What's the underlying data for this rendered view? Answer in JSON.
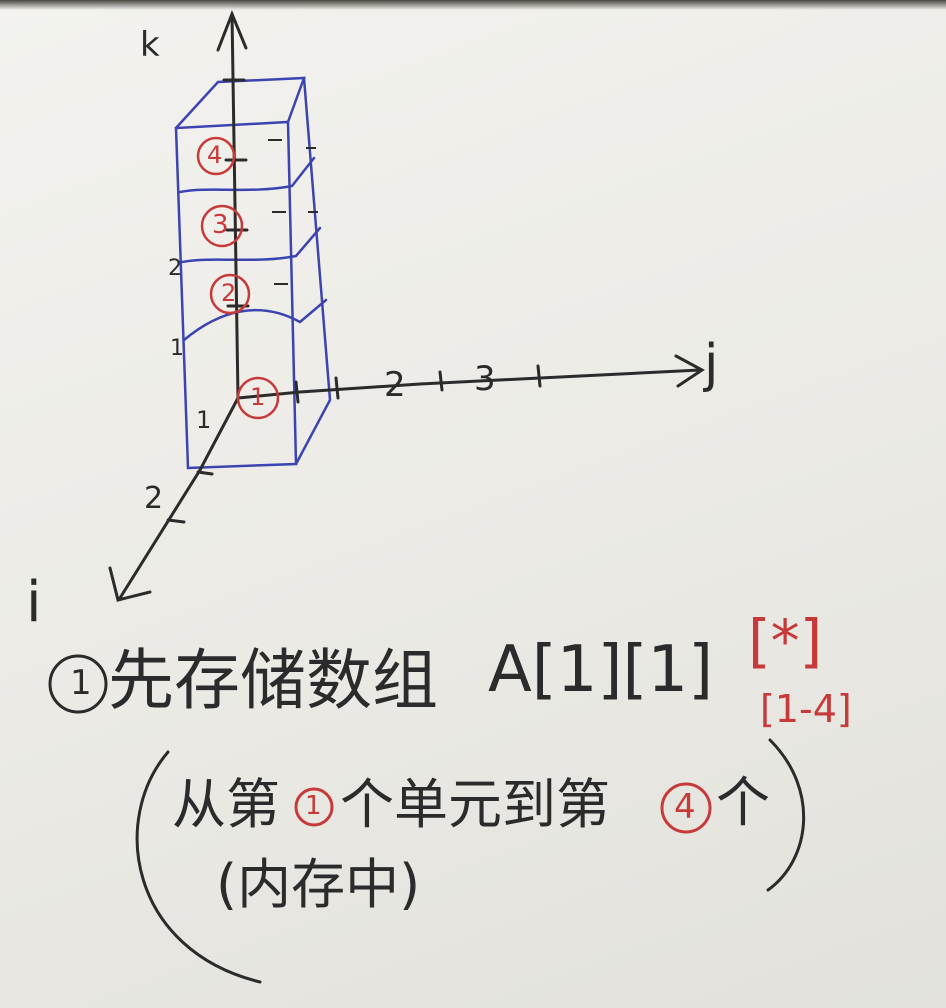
{
  "axes": {
    "k_label": "k",
    "j_label": "j",
    "i_label": "i",
    "k_ticks": [
      "1",
      "2"
    ],
    "j_ticks": [
      "2",
      "3"
    ],
    "i_ticks": [
      "1",
      "2"
    ]
  },
  "cells": [
    "1",
    "2",
    "3",
    "4"
  ],
  "note": {
    "marker": "1",
    "line1_text": "先存储数组",
    "array_expr": "A[1][1]",
    "star_index": "[*]",
    "range": "[1-4]",
    "paren_open": "(",
    "line2_part1": "从第",
    "line2_circle1": "1",
    "line2_part2": "个单元到第",
    "line2_circle2": "4",
    "line2_part3": "个",
    "line3": "(内存中)",
    "paren_close": ")"
  },
  "colors": {
    "ink": "#2b2b2b",
    "red": "#c73a3a",
    "blue": "#3b44b0",
    "paper": "#efeee9"
  }
}
